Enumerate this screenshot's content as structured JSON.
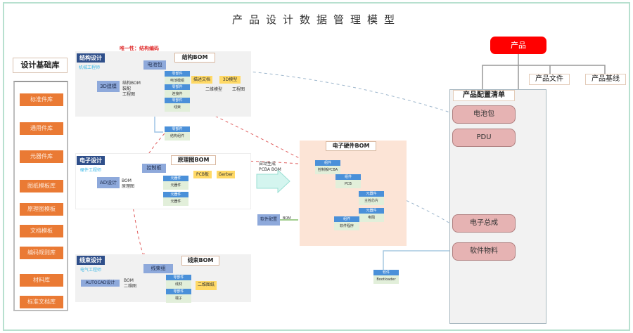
{
  "title": "产品设计数据管理模型",
  "library": {
    "title": "设计基础库",
    "items": [
      "标准件库",
      "通用件库",
      "元器件库",
      "图纸模板库",
      "原理图模板",
      "文档模板",
      "编码规则库",
      "材料库",
      "标准文档库"
    ]
  },
  "annotation_top": "唯一性：结构编码",
  "structure": {
    "title": "结构设计",
    "subtitle": "机械工程师",
    "tool": "3D建模",
    "tool_outputs": [
      "结构BOM",
      "装配",
      "工程图"
    ],
    "bom_title": "结构BOM",
    "root": "电池包",
    "children": [
      {
        "head": "零部件",
        "body": "电池模组"
      },
      {
        "head": "零部件",
        "body": "连接件"
      },
      {
        "head": "零部件",
        "body": "线束"
      },
      {
        "head": "零部件",
        "body": "结构组件"
      }
    ],
    "docs": [
      "描述文档",
      "3D模型"
    ],
    "doc_children": [
      "二维模型",
      "工程图"
    ]
  },
  "electronic": {
    "title": "电子设计",
    "subtitle": "硬件工程师",
    "tool": "AD设计",
    "tool_outputs": [
      "BOM",
      "原理图"
    ],
    "bom_title": "原理图BOM",
    "root": "控制板",
    "children": [
      {
        "head": "元器件",
        "body": "元器件"
      },
      {
        "head": "元器件",
        "body": "元器件"
      }
    ],
    "tags": [
      "PCB板",
      "Gerber"
    ]
  },
  "cable": {
    "title": "线束设计",
    "subtitle": "电气工程师",
    "tool": "AUTOCAD设计",
    "tool_outputs": [
      "BOM",
      "二维图"
    ],
    "bom_title": "线束BOM",
    "root": "线束组",
    "children": [
      {
        "head": "零部件",
        "body": "线材"
      },
      {
        "head": "零部件",
        "body": "端子"
      }
    ],
    "tags": [
      "二维图纸"
    ]
  },
  "arrow": {
    "line1": "自动生成",
    "line2": "PCBA BOM"
  },
  "ebom": {
    "title": "电子硬件BOM",
    "cards": [
      {
        "head": "组件",
        "body": "控制板PCBA"
      },
      {
        "head": "组件",
        "body": "PCB"
      },
      {
        "head": "元器件",
        "body": "主控芯片"
      },
      {
        "head": "元器件",
        "body": "电阻"
      },
      {
        "head": "组件",
        "body": "软件程序"
      }
    ]
  },
  "software": {
    "label": "软件配置",
    "link": "BOM"
  },
  "software_card": {
    "head": "软件",
    "body": "Bootloader"
  },
  "product": {
    "root": "产品",
    "branches": [
      "产品文件",
      "产品基线"
    ],
    "config_title": "产品配置清单",
    "config_items": [
      "电池包",
      "PDU",
      "电子总成",
      "软件物料"
    ]
  }
}
